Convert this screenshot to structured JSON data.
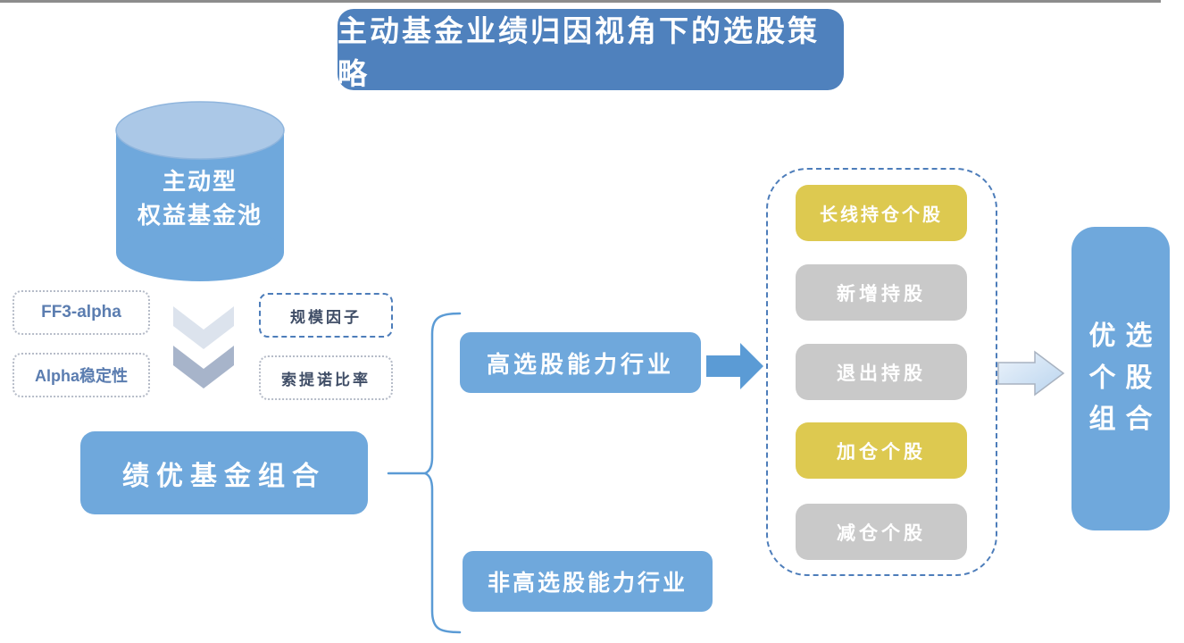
{
  "title": {
    "text": "主动基金业绩归因视角下的选股策略"
  },
  "fund_pool": {
    "line1": "主动型",
    "line2": "权益基金池"
  },
  "filters": {
    "left": [
      {
        "label": "FF3-alpha"
      },
      {
        "label": "Alpha稳定性"
      }
    ],
    "right": [
      {
        "label": "规模因子"
      },
      {
        "label": "索提诺比率"
      }
    ]
  },
  "portfolio": {
    "label": "绩优基金组合"
  },
  "industries": [
    {
      "label": "高选股能力行业"
    },
    {
      "label": "非高选股能力行业"
    }
  ],
  "holdings_panel": {
    "items": [
      {
        "label": "长线持仓个股",
        "type": "yellow"
      },
      {
        "label": "新增持股",
        "type": "gray"
      },
      {
        "label": "退出持股",
        "type": "gray"
      },
      {
        "label": "加仓个股",
        "type": "yellow"
      },
      {
        "label": "减仓个股",
        "type": "gray"
      }
    ]
  },
  "result_box": {
    "line1": "优选",
    "line2": "个股",
    "line3": "组合"
  },
  "colors": {
    "title_blue": "#4f81bd",
    "box_blue": "#6fa8dc",
    "cylinder_top": "#abc8e7",
    "arrow_blue": "#5b9bd5",
    "dashed_border": "#4d7dba",
    "highlight_yellow": "#ddc950",
    "neutral_gray": "#c9c9c9",
    "chevron_light": "#dce3ed",
    "chevron_dark": "#a7b4ca"
  }
}
